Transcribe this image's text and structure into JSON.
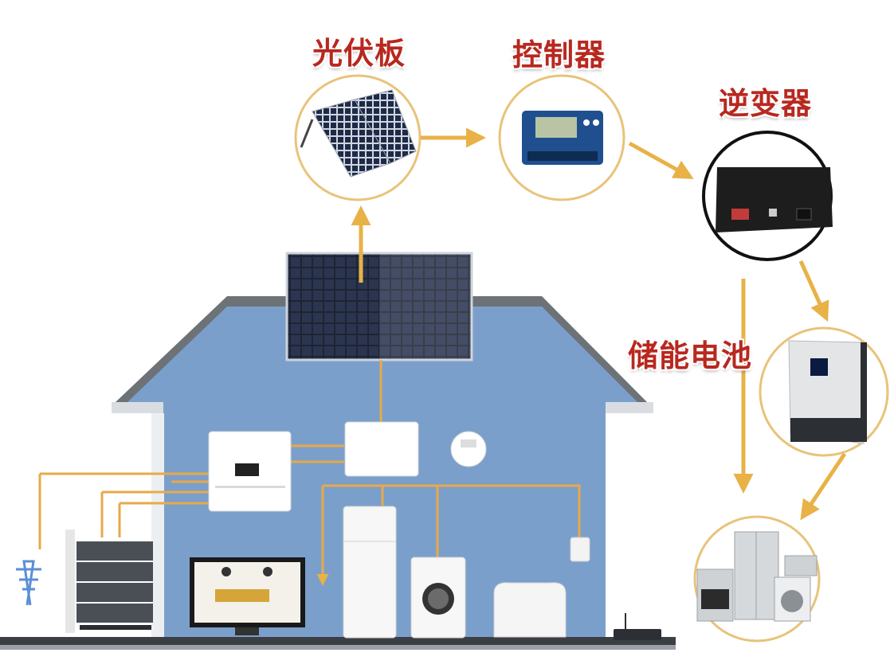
{
  "labels": {
    "solar_panel": "光伏板",
    "controller": "控制器",
    "inverter": "逆变器",
    "battery": "储能电池"
  },
  "colors": {
    "flow_line": "#e8b247",
    "house_wall": "#7b9fcb",
    "roof": "#6d7277",
    "label_red": "#b8281f",
    "circle_border": "#e8c37a"
  },
  "icons": {
    "grid_tower": "power-pylon-icon",
    "router": "router-icon",
    "appliances": "home-appliances-icon"
  }
}
